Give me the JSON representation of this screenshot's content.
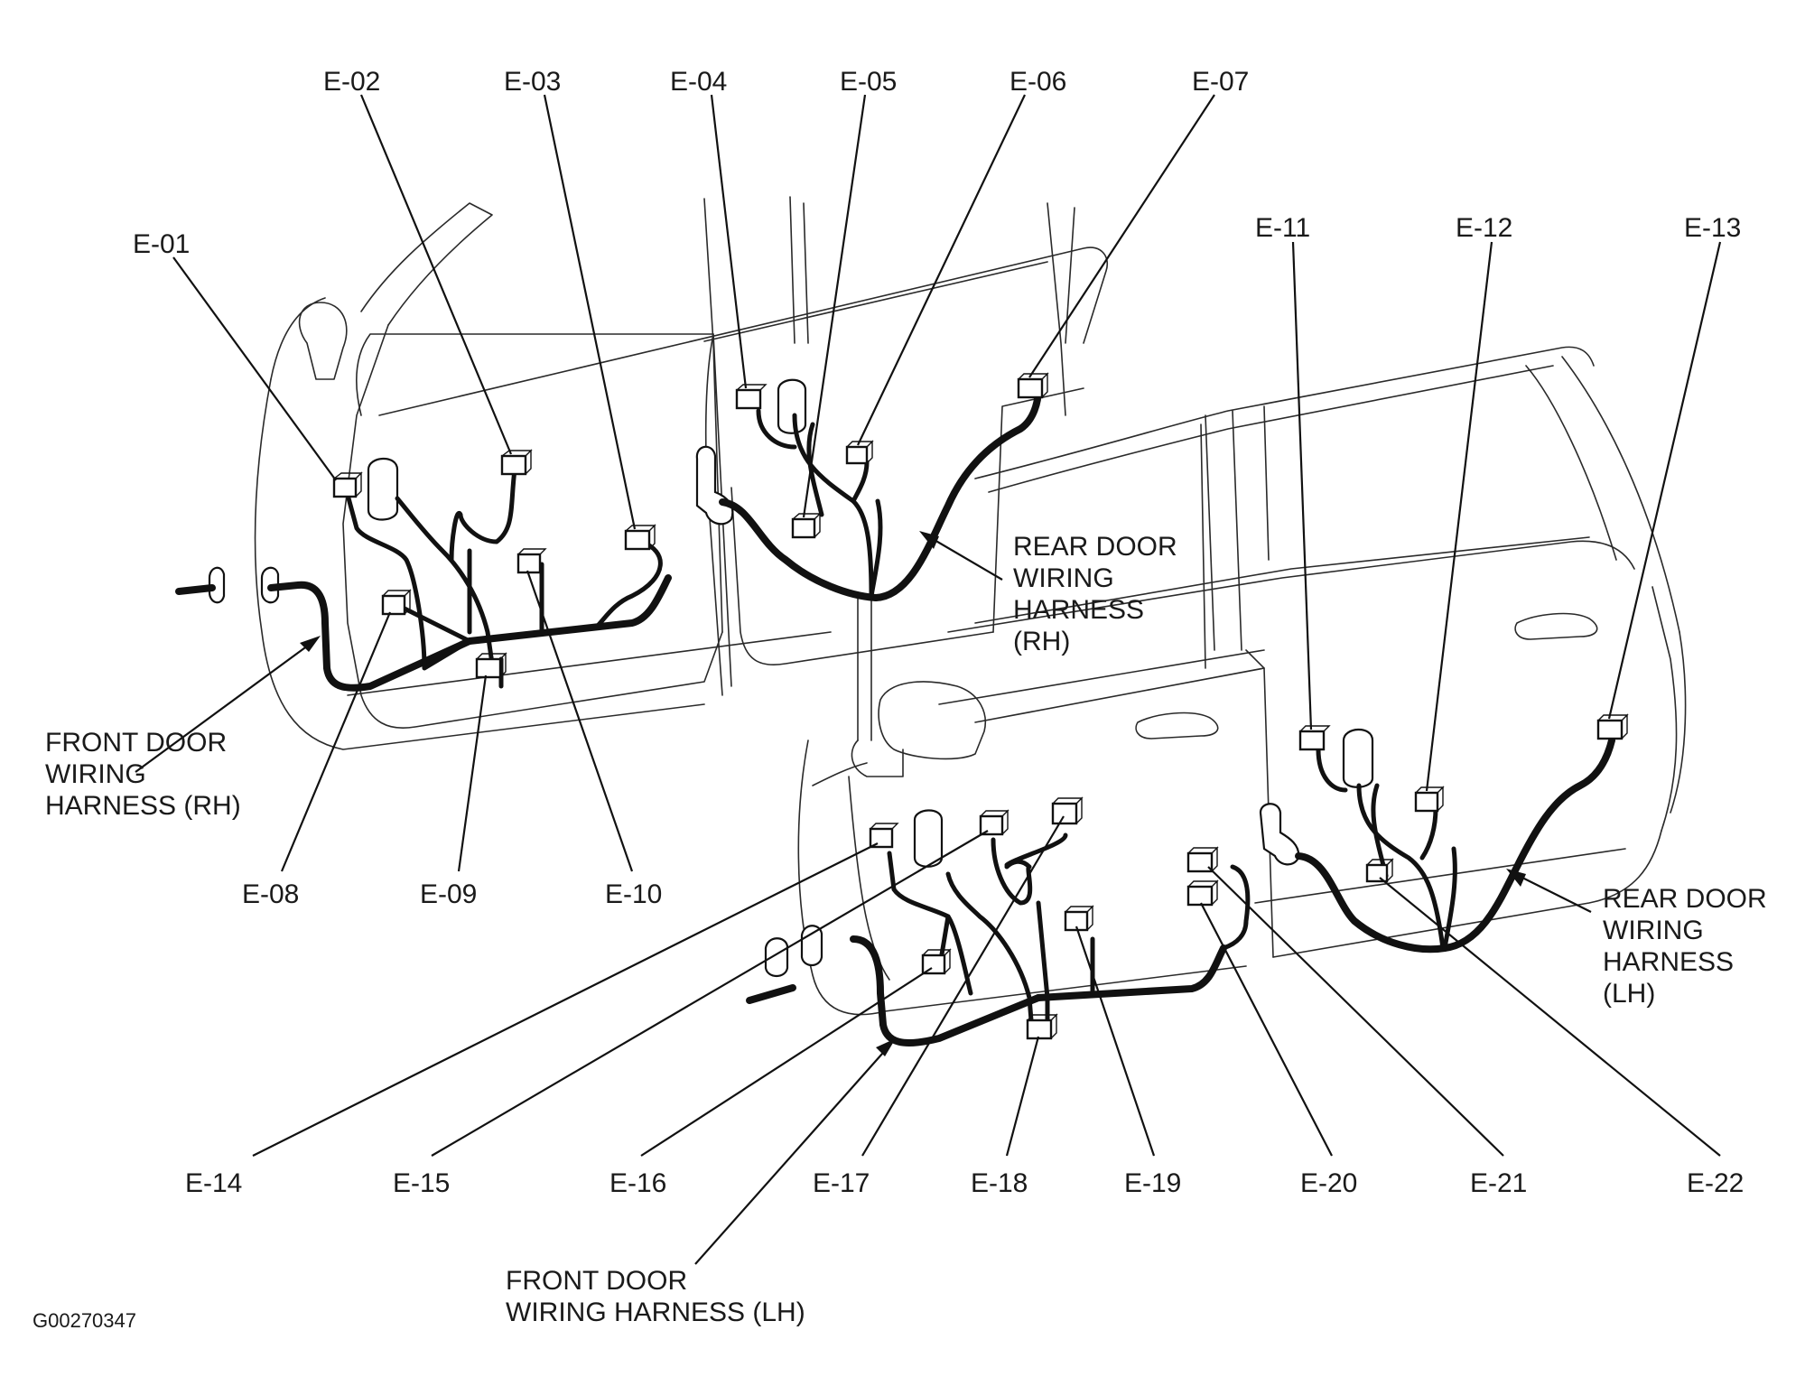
{
  "figure_id": "G00270347",
  "colors": {
    "ink": "#111111",
    "background": "#ffffff"
  },
  "connectors": [
    {
      "id": "E-01"
    },
    {
      "id": "E-02"
    },
    {
      "id": "E-03"
    },
    {
      "id": "E-04"
    },
    {
      "id": "E-05"
    },
    {
      "id": "E-06"
    },
    {
      "id": "E-07"
    },
    {
      "id": "E-08"
    },
    {
      "id": "E-09"
    },
    {
      "id": "E-10"
    },
    {
      "id": "E-11"
    },
    {
      "id": "E-12"
    },
    {
      "id": "E-13"
    },
    {
      "id": "E-14"
    },
    {
      "id": "E-15"
    },
    {
      "id": "E-16"
    },
    {
      "id": "E-17"
    },
    {
      "id": "E-18"
    },
    {
      "id": "E-19"
    },
    {
      "id": "E-20"
    },
    {
      "id": "E-21"
    },
    {
      "id": "E-22"
    }
  ],
  "harnesses": [
    {
      "id": "front-rh",
      "lines": [
        "FRONT DOOR",
        "WIRING",
        "HARNESS (RH)"
      ]
    },
    {
      "id": "rear-rh",
      "lines": [
        "REAR DOOR",
        "WIRING",
        "HARNESS",
        "(RH)"
      ]
    },
    {
      "id": "front-lh",
      "lines": [
        "FRONT DOOR",
        "WIRING HARNESS (LH)"
      ]
    },
    {
      "id": "rear-lh",
      "lines": [
        "REAR DOOR",
        "WIRING",
        "HARNESS",
        "(LH)"
      ]
    }
  ]
}
